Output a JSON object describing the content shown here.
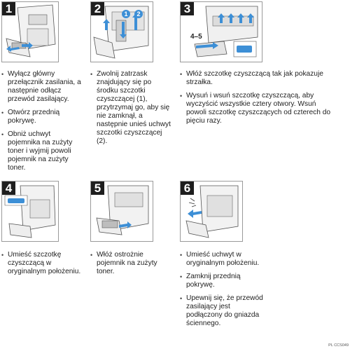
{
  "steps": [
    {
      "number": "1",
      "bullets": [
        "Wyłącz główny przełącznik zasilania, a następnie odłącz przewód zasilający.",
        "Otwórz przednią pokrywę.",
        "Obniż uchwyt pojemnika na zużyty toner i wyjmij powoli pojemnik na zużyty toner."
      ]
    },
    {
      "number": "2",
      "bullets": [
        "Zwolnij zatrzask znajdujący się po środku szczotki czyszczącej (1), przytrzymaj go, aby się nie zamknął, a następnie unieś uchwyt szczotki czyszczącej (2)."
      ]
    },
    {
      "number": "3",
      "bullets": [
        "Włóż szczotkę czyszczącą tak jak pokazuje strzałka.",
        "Wysuń i wsuń szczotkę czyszczącą, aby wyczyścić wszystkie cztery otwory. Wsuń powoli szczotkę czyszczących od czterech do pięciu razy."
      ]
    },
    {
      "number": "4",
      "bullets": [
        "Umieść szczotkę czyszczącą w oryginalnym położeniu."
      ]
    },
    {
      "number": "5",
      "bullets": [
        "Włóż ostrożnie pojemnik na zużyty toner."
      ]
    },
    {
      "number": "6",
      "bullets": [
        "Umieść uchwyt w oryginalnym położeniu.",
        "Zamknij przednią pokrywę.",
        "Upewnij się, że przewód zasilający jest podłączony do gniazda ściennego."
      ]
    }
  ],
  "callouts": {
    "one": "1",
    "two": "2",
    "repeat": "4–5"
  },
  "figure_code": "PL CCS049",
  "colors": {
    "accent": "#3d8fd6",
    "step_badge": "#1e1e1e",
    "border": "#9a9a9a"
  }
}
